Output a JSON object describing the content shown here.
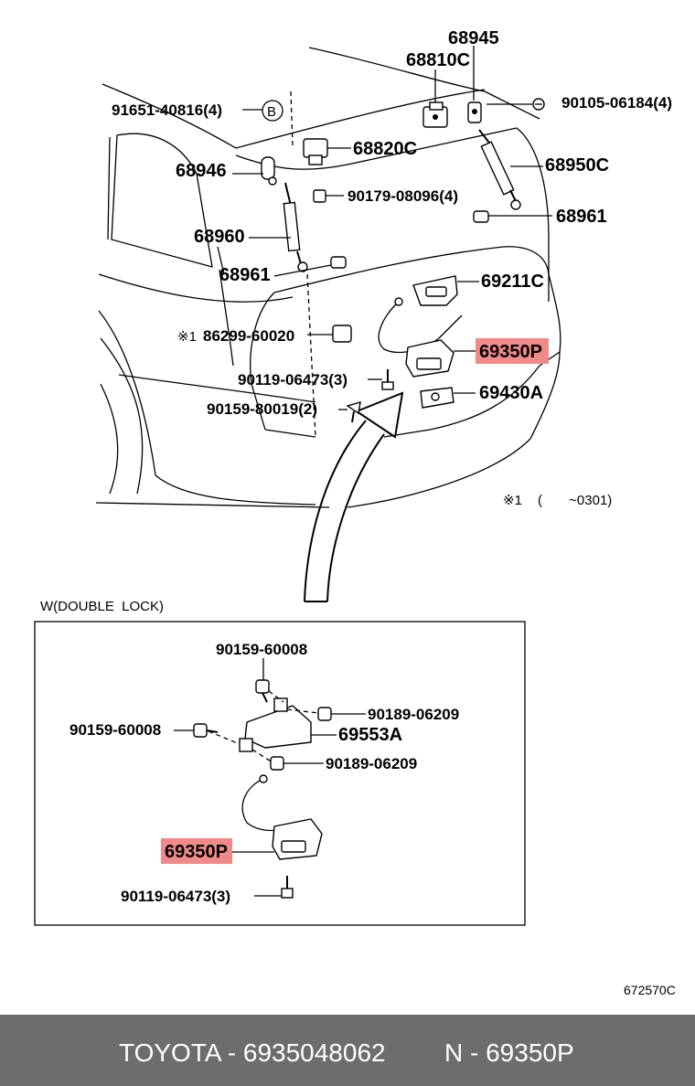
{
  "upper_labels": {
    "p68945": "68945",
    "p68810c": "68810C",
    "p91651": "91651-40816(4)",
    "circle_b": "B",
    "p90105": "90105-06184(4)",
    "p68820c": "68820C",
    "p68946": "68946",
    "p68950c": "68950C",
    "p90179": "90179-08096(4)",
    "p68961_right": "68961",
    "p68960": "68960",
    "p68961_left": "68961",
    "p69211c": "69211C",
    "note_mark1": "※1",
    "p86299": "86299-60020",
    "p69350p": "69350P",
    "p90119": "90119-06473(3)",
    "p69430a": "69430A",
    "p90159_80019": "90159-80019(2)",
    "note_mark2": "※1",
    "note_range": "(       ~0301)"
  },
  "inset": {
    "title": "W(DOUBLE  LOCK)",
    "p90159_top": "90159-60008",
    "p90189_top": "90189-06209",
    "p90159_left": "90159-60008",
    "p69553a": "69553A",
    "p90189_mid": "90189-06209",
    "p69350p": "69350P",
    "p90119": "90119-06473(3)"
  },
  "diagram_code": "672570C",
  "footer": {
    "part_text": "TOYOTA - 6935048062",
    "code_text": "N - 69350P"
  },
  "colors": {
    "highlight": "#f08a8a",
    "footer_bg": "#6d6d6d"
  }
}
